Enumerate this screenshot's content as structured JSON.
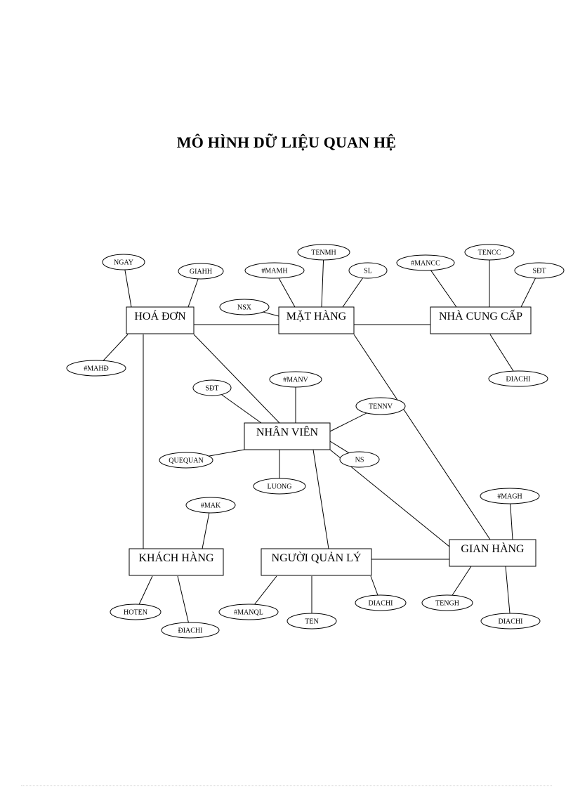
{
  "title": "MÔ HÌNH DỮ LIỆU QUAN HỆ",
  "entities": [
    {
      "id": "hoadon",
      "label": "HOÁ ĐƠN"
    },
    {
      "id": "mathang",
      "label": "MẶT HÀNG"
    },
    {
      "id": "nhacungcap",
      "label": "NHÀ CUNG CẤP"
    },
    {
      "id": "nhanvien",
      "label": "NHÂN VIÊN"
    },
    {
      "id": "khachhang",
      "label": "KHÁCH HÀNG"
    },
    {
      "id": "nguoiquanly",
      "label": "NGƯỜI QUẢN LÝ"
    },
    {
      "id": "gianhang",
      "label": "GIAN HÀNG"
    }
  ],
  "attributes": [
    {
      "id": "hd-ngay",
      "entity": "hoadon",
      "label": "NGAY"
    },
    {
      "id": "hd-giahh",
      "entity": "hoadon",
      "label": "GIAHH"
    },
    {
      "id": "hd-mahd",
      "entity": "hoadon",
      "label": "#MAHĐ"
    },
    {
      "id": "mh-nsx",
      "entity": "mathang",
      "label": "NSX"
    },
    {
      "id": "mh-mamh",
      "entity": "mathang",
      "label": "#MAMH"
    },
    {
      "id": "mh-tenmh",
      "entity": "mathang",
      "label": "TENMH"
    },
    {
      "id": "mh-sl",
      "entity": "mathang",
      "label": "SL"
    },
    {
      "id": "ncc-mancc",
      "entity": "nhacungcap",
      "label": "#MANCC"
    },
    {
      "id": "ncc-tencc",
      "entity": "nhacungcap",
      "label": "TENCC"
    },
    {
      "id": "ncc-sdt",
      "entity": "nhacungcap",
      "label": "SĐT"
    },
    {
      "id": "ncc-diachi",
      "entity": "nhacungcap",
      "label": "ĐIACHI"
    },
    {
      "id": "nv-sdt",
      "entity": "nhanvien",
      "label": "SĐT"
    },
    {
      "id": "nv-manv",
      "entity": "nhanvien",
      "label": "#MANV"
    },
    {
      "id": "nv-tennv",
      "entity": "nhanvien",
      "label": "TENNV"
    },
    {
      "id": "nv-quequan",
      "entity": "nhanvien",
      "label": "QUEQUAN"
    },
    {
      "id": "nv-ns",
      "entity": "nhanvien",
      "label": "NS"
    },
    {
      "id": "nv-luong",
      "entity": "nhanvien",
      "label": "LUONG"
    },
    {
      "id": "kh-mak",
      "entity": "khachhang",
      "label": "#MAK"
    },
    {
      "id": "kh-hoten",
      "entity": "khachhang",
      "label": "HOTEN"
    },
    {
      "id": "kh-diachi",
      "entity": "khachhang",
      "label": "ĐIACHI"
    },
    {
      "id": "nql-manql",
      "entity": "nguoiquanly",
      "label": "#MANQL"
    },
    {
      "id": "nql-ten",
      "entity": "nguoiquanly",
      "label": "TEN"
    },
    {
      "id": "nql-diachi",
      "entity": "nguoiquanly",
      "label": "DIACHI"
    },
    {
      "id": "gh-magh",
      "entity": "gianhang",
      "label": "#MAGH"
    },
    {
      "id": "gh-tengh",
      "entity": "gianhang",
      "label": "TENGH"
    },
    {
      "id": "gh-diachi",
      "entity": "gianhang",
      "label": "DIACHI"
    }
  ],
  "relationships": [
    {
      "from": "hoadon",
      "to": "mathang"
    },
    {
      "from": "mathang",
      "to": "nhacungcap"
    },
    {
      "from": "hoadon",
      "to": "nhanvien"
    },
    {
      "from": "hoadon",
      "to": "khachhang"
    },
    {
      "from": "mathang",
      "to": "gianhang"
    },
    {
      "from": "nhanvien",
      "to": "nguoiquanly"
    },
    {
      "from": "nhanvien",
      "to": "gianhang"
    },
    {
      "from": "nguoiquanly",
      "to": "gianhang"
    }
  ]
}
